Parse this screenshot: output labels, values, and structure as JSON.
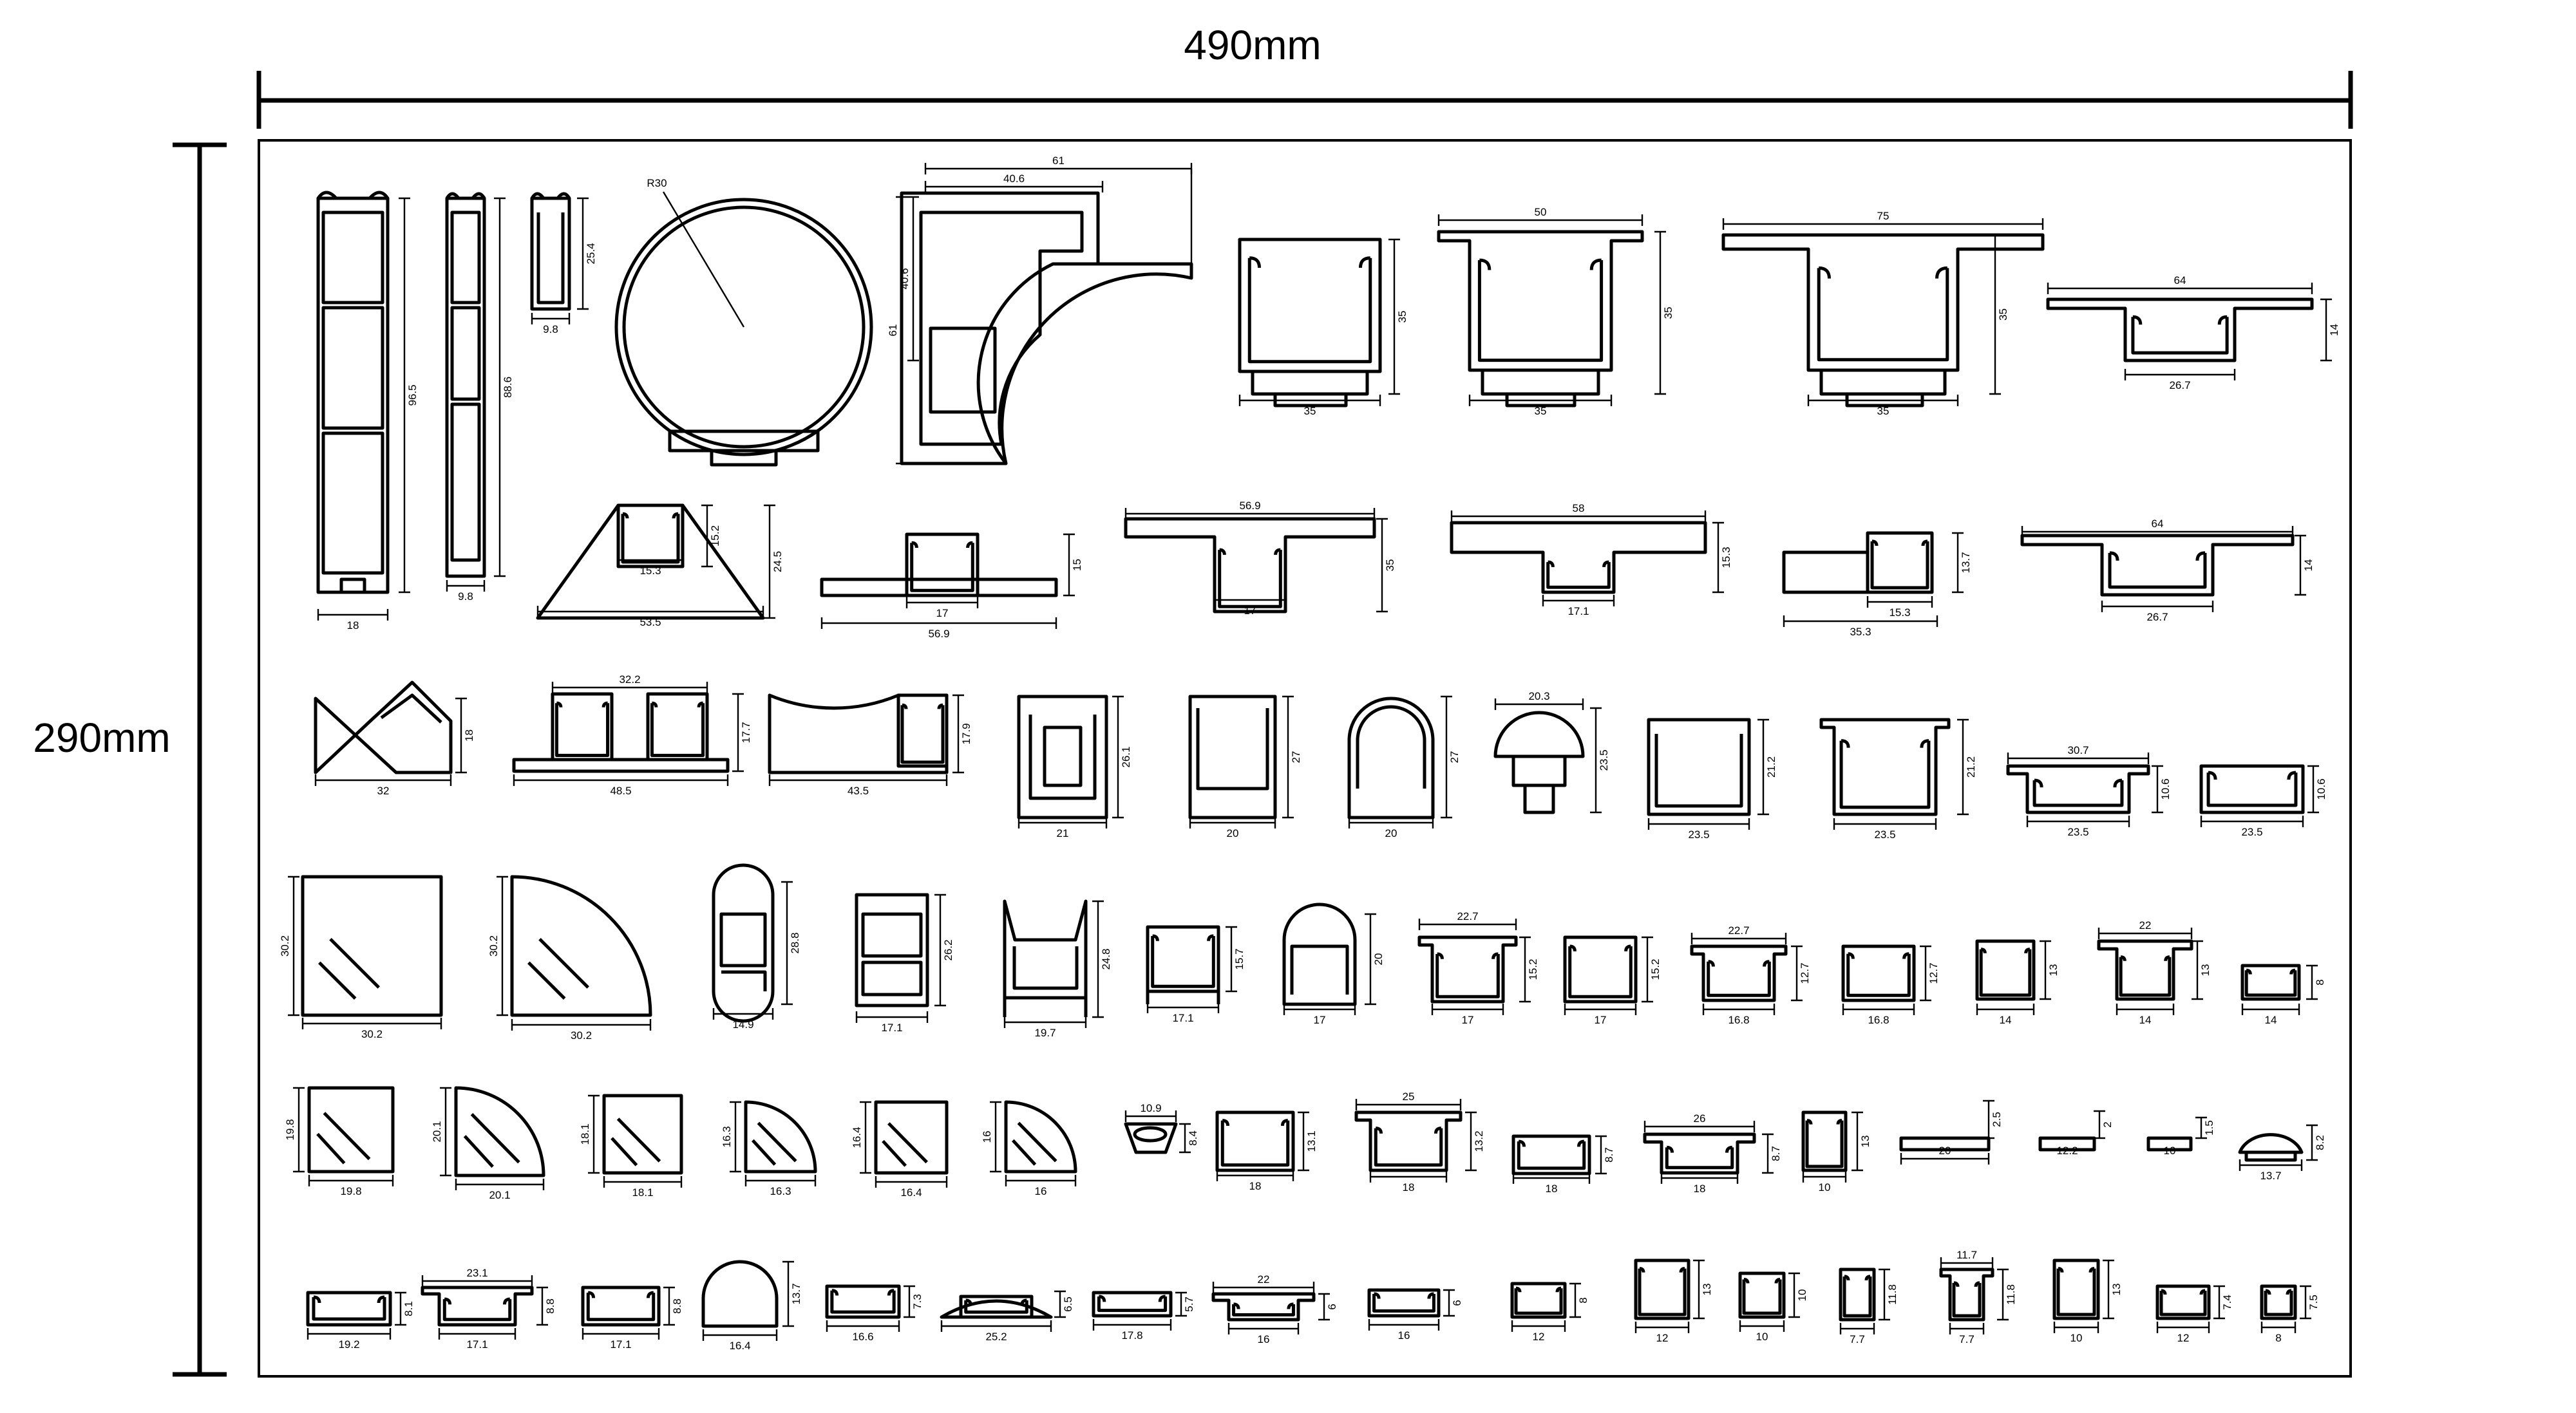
{
  "sheet": {
    "width_label": "490mm",
    "height_label": "290mm"
  },
  "profiles": [
    {
      "id": "r1-1",
      "dims": [
        "18",
        "96.5"
      ]
    },
    {
      "id": "r1-2",
      "dims": [
        "9.8",
        "88.6"
      ]
    },
    {
      "id": "r1-3",
      "dims": [
        "9.8",
        "25.4"
      ]
    },
    {
      "id": "r1-4",
      "dims": [
        "R30"
      ]
    },
    {
      "id": "r1-5",
      "dims": [
        "61",
        "40.6",
        "40.6",
        "61"
      ]
    },
    {
      "id": "r1-6",
      "dims": [
        "35",
        "35"
      ]
    },
    {
      "id": "r1-7",
      "dims": [
        "50",
        "35",
        "35"
      ]
    },
    {
      "id": "r1-8",
      "dims": [
        "75",
        "35",
        "35"
      ]
    },
    {
      "id": "r1-9",
      "dims": [
        "64",
        "26.7",
        "14"
      ]
    },
    {
      "id": "r2-1",
      "dims": [
        "15.3",
        "53.5",
        "15.2",
        "24.5"
      ]
    },
    {
      "id": "r2-2",
      "dims": [
        "17",
        "56.9",
        "15"
      ]
    },
    {
      "id": "r2-3",
      "dims": [
        "56.9",
        "17",
        "35"
      ]
    },
    {
      "id": "r2-4",
      "dims": [
        "58",
        "17.1",
        "15.3"
      ]
    },
    {
      "id": "r2-5",
      "dims": [
        "15.3",
        "35.3",
        "13.7"
      ]
    },
    {
      "id": "r2-6",
      "dims": [
        "64",
        "26.7",
        "14"
      ]
    },
    {
      "id": "r3-1",
      "dims": [
        "32",
        "18"
      ]
    },
    {
      "id": "r3-2",
      "dims": [
        "32.2",
        "48.5",
        "17.7"
      ]
    },
    {
      "id": "r3-3",
      "dims": [
        "43.5",
        "17.9"
      ]
    },
    {
      "id": "r3-4",
      "dims": [
        "21",
        "26.1"
      ]
    },
    {
      "id": "r3-5",
      "dims": [
        "20",
        "27"
      ]
    },
    {
      "id": "r3-6",
      "dims": [
        "20",
        "27"
      ]
    },
    {
      "id": "r3-7",
      "dims": [
        "20.3",
        "23.5"
      ]
    },
    {
      "id": "r3-8",
      "dims": [
        "23.5",
        "21.2"
      ]
    },
    {
      "id": "r3-9",
      "dims": [
        "23.5",
        "21.2"
      ]
    },
    {
      "id": "r3-10",
      "dims": [
        "30.7",
        "23.5",
        "10.6"
      ]
    },
    {
      "id": "r3-11",
      "dims": [
        "23.5",
        "10.6"
      ]
    },
    {
      "id": "r4-1",
      "dims": [
        "30.2",
        "30.2"
      ]
    },
    {
      "id": "r4-2",
      "dims": [
        "30.2",
        "30.2"
      ]
    },
    {
      "id": "r4-3",
      "dims": [
        "14.9",
        "28.8"
      ]
    },
    {
      "id": "r4-4",
      "dims": [
        "17.1",
        "26.2"
      ]
    },
    {
      "id": "r4-5",
      "dims": [
        "19.7",
        "24.8"
      ]
    },
    {
      "id": "r4-6",
      "dims": [
        "17.1",
        "15.7"
      ]
    },
    {
      "id": "r4-7",
      "dims": [
        "17",
        "20"
      ]
    },
    {
      "id": "r4-8",
      "dims": [
        "22.7",
        "17",
        "15.2"
      ]
    },
    {
      "id": "r4-9",
      "dims": [
        "17",
        "15.2"
      ]
    },
    {
      "id": "r4-10",
      "dims": [
        "22.7",
        "16.8",
        "12.7"
      ]
    },
    {
      "id": "r4-11",
      "dims": [
        "16.8",
        "12.7"
      ]
    },
    {
      "id": "r4-12",
      "dims": [
        "14",
        "13"
      ]
    },
    {
      "id": "r4-13",
      "dims": [
        "22",
        "14",
        "13"
      ]
    },
    {
      "id": "r4-14",
      "dims": [
        "14",
        "8"
      ]
    },
    {
      "id": "r5-1",
      "dims": [
        "19.8",
        "19.8"
      ]
    },
    {
      "id": "r5-2",
      "dims": [
        "20.1",
        "20.1"
      ]
    },
    {
      "id": "r5-3",
      "dims": [
        "18.1",
        "18.1"
      ]
    },
    {
      "id": "r5-4",
      "dims": [
        "16.3",
        "16.3"
      ]
    },
    {
      "id": "r5-5",
      "dims": [
        "16.4",
        "16.4"
      ]
    },
    {
      "id": "r5-6",
      "dims": [
        "16",
        "16"
      ]
    },
    {
      "id": "r5-7",
      "dims": [
        "10.9",
        "8.4"
      ]
    },
    {
      "id": "r5-8",
      "dims": [
        "18",
        "13.1"
      ]
    },
    {
      "id": "r5-9",
      "dims": [
        "25",
        "18",
        "13.2"
      ]
    },
    {
      "id": "r5-10",
      "dims": [
        "18",
        "8.7"
      ]
    },
    {
      "id": "r5-11",
      "dims": [
        "26",
        "18",
        "8.7"
      ]
    },
    {
      "id": "r5-12",
      "dims": [
        "10",
        "13"
      ]
    },
    {
      "id": "r5-13",
      "dims": [
        "20",
        "2.5"
      ]
    },
    {
      "id": "r5-14",
      "dims": [
        "12.2",
        "2"
      ]
    },
    {
      "id": "r5-15",
      "dims": [
        "10",
        "1.5"
      ]
    },
    {
      "id": "r5-16",
      "dims": [
        "13.7",
        "8.2"
      ]
    },
    {
      "id": "r6-1",
      "dims": [
        "19.2",
        "8.1"
      ]
    },
    {
      "id": "r6-2",
      "dims": [
        "23.1",
        "17.1",
        "8.8"
      ]
    },
    {
      "id": "r6-3",
      "dims": [
        "17.1",
        "8.8"
      ]
    },
    {
      "id": "r6-4",
      "dims": [
        "16.4",
        "13.7"
      ]
    },
    {
      "id": "r6-5",
      "dims": [
        "16.6",
        "7.3"
      ]
    },
    {
      "id": "r6-6",
      "dims": [
        "25.2",
        "6.5"
      ]
    },
    {
      "id": "r6-7",
      "dims": [
        "17.8",
        "5.7"
      ]
    },
    {
      "id": "r6-8",
      "dims": [
        "22",
        "16",
        "6"
      ]
    },
    {
      "id": "r6-9",
      "dims": [
        "16",
        "6"
      ]
    },
    {
      "id": "r6-10",
      "dims": [
        "12",
        "8"
      ]
    },
    {
      "id": "r6-11",
      "dims": [
        "12",
        "13"
      ]
    },
    {
      "id": "r6-12",
      "dims": [
        "10",
        "10"
      ]
    },
    {
      "id": "r6-13",
      "dims": [
        "7.7",
        "11.8"
      ]
    },
    {
      "id": "r6-14",
      "dims": [
        "11.7",
        "7.7",
        "11.8"
      ]
    },
    {
      "id": "r6-15",
      "dims": [
        "10",
        "13"
      ]
    },
    {
      "id": "r6-16",
      "dims": [
        "12",
        "7.4"
      ]
    },
    {
      "id": "r6-17",
      "dims": [
        "8",
        "7.5"
      ]
    }
  ]
}
